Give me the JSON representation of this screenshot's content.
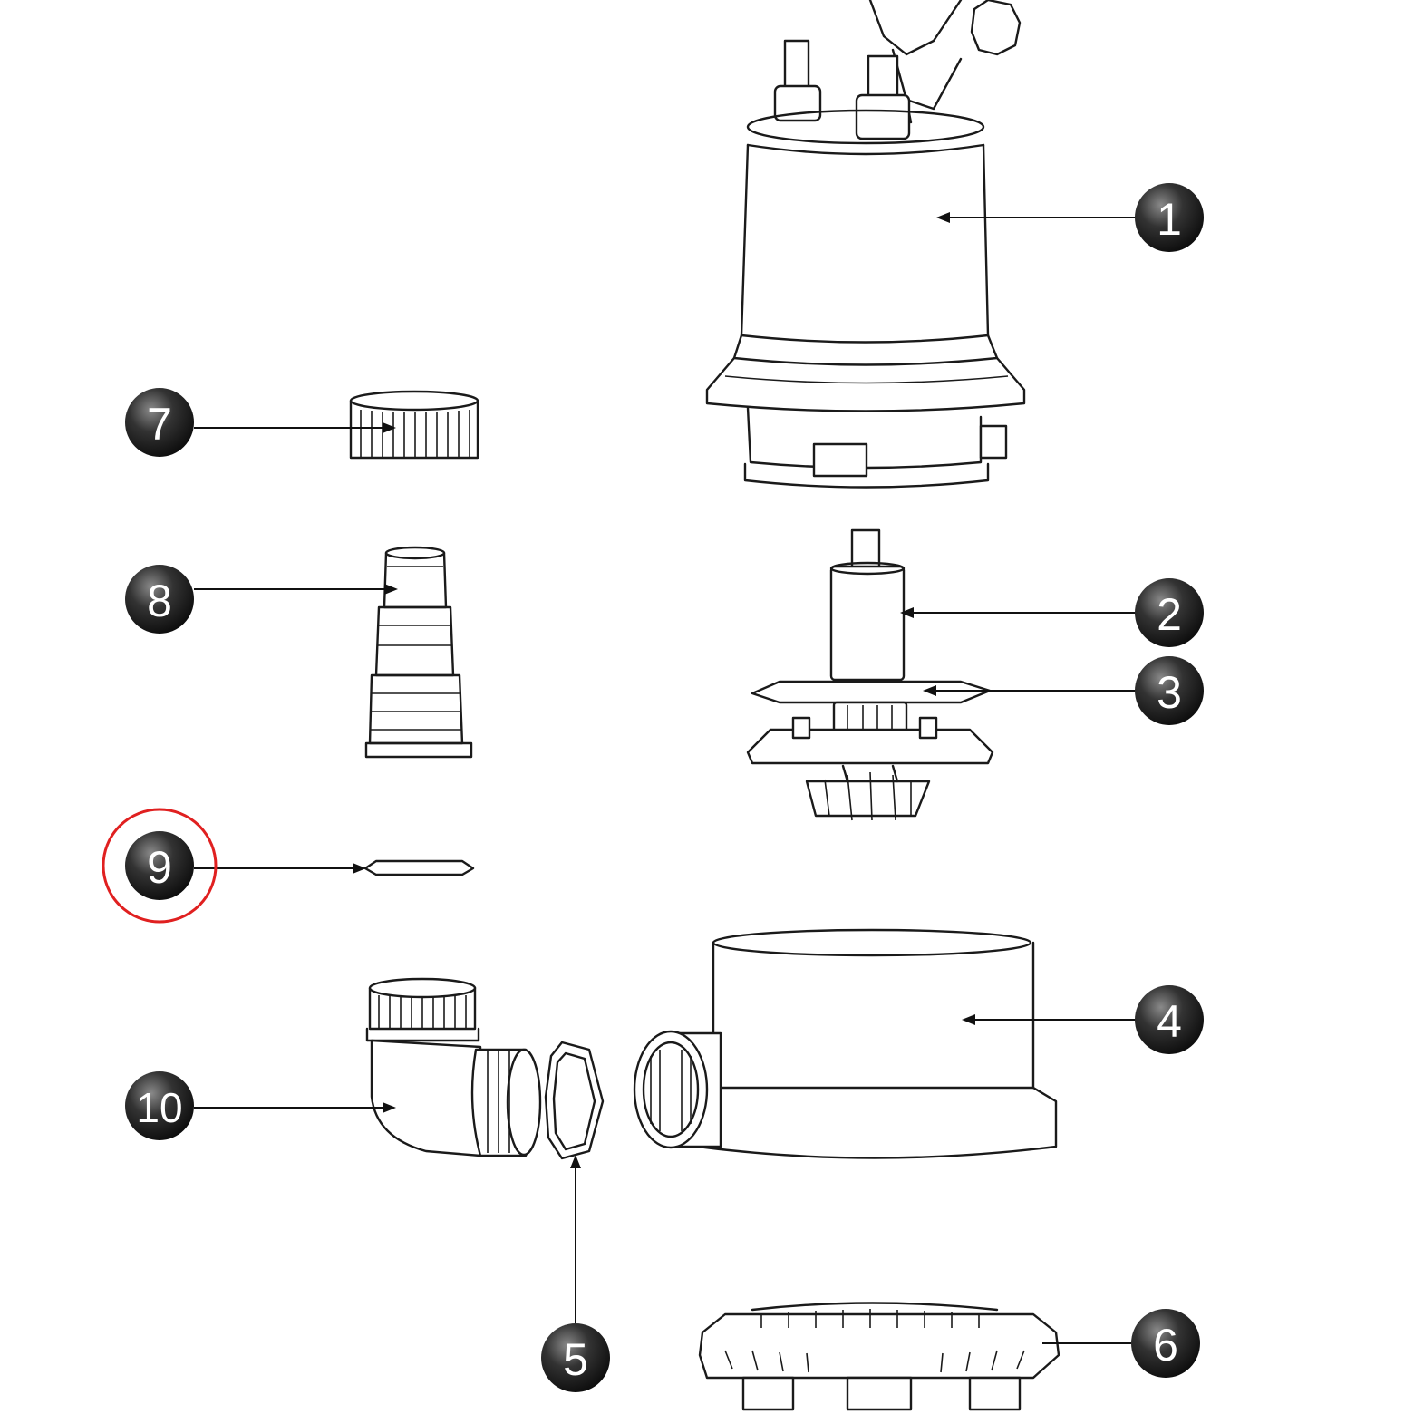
{
  "colors": {
    "badge_fill": "#222222",
    "badge_highlight": "#8a8a8a",
    "line": "#1a1a1a",
    "highlight_ring": "#e02020",
    "background": "#ffffff"
  },
  "callouts": [
    {
      "id": "1",
      "label": "1"
    },
    {
      "id": "2",
      "label": "2"
    },
    {
      "id": "3",
      "label": "3"
    },
    {
      "id": "4",
      "label": "4"
    },
    {
      "id": "5",
      "label": "5"
    },
    {
      "id": "6",
      "label": "6"
    },
    {
      "id": "7",
      "label": "7"
    },
    {
      "id": "8",
      "label": "8"
    },
    {
      "id": "9",
      "label": "9",
      "highlighted": true
    },
    {
      "id": "10",
      "label": "10"
    }
  ],
  "icons": {
    "badge": "numbered-circle-icon",
    "arrow": "arrowhead-icon"
  }
}
